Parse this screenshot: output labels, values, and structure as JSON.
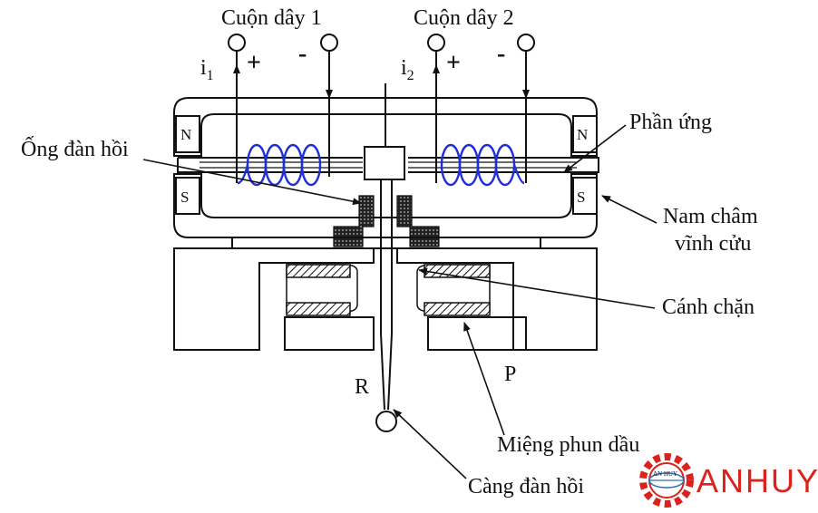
{
  "labels": {
    "coil1": "Cuộn dây 1",
    "coil2": "Cuộn dây 2",
    "current1": "i",
    "current1_sub": "1",
    "current2": "i",
    "current2_sub": "2",
    "plus1": "+",
    "minus1": "-",
    "plus2": "+",
    "minus2": "-",
    "pole_n_left": "N",
    "pole_n_right": "N",
    "pole_s_left": "S",
    "pole_s_right": "S",
    "armature": "Phần ứng",
    "elastic_tube": "Ống đàn hồi",
    "magnet_line1": "Nam châm",
    "magnet_line2": "vĩnh cửu",
    "flapper": "Cánh chặn",
    "port_r": "R",
    "port_p": "P",
    "nozzle": "Miệng phun dầu",
    "elastic_arm": "Càng đàn hồi"
  },
  "logo": {
    "text": "ANHUY",
    "badge_text": "AN HUY",
    "color": "#d9231c"
  },
  "colors": {
    "coil": "#1f2fd6",
    "line": "#111111"
  }
}
